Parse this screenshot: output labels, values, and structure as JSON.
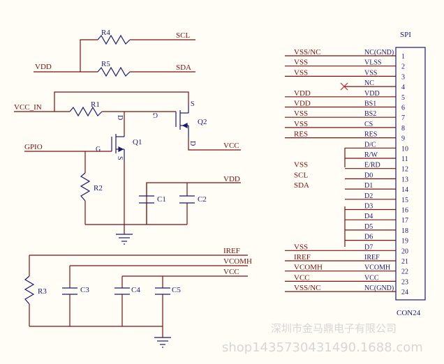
{
  "colors": {
    "background": "#fffdf5",
    "wire": "#7a1010",
    "component": "#1a1a6e",
    "watermark": "#d6d6d6"
  },
  "nets": {
    "vdd": "VDD",
    "scl": "SCL",
    "sda": "SDA",
    "vcc_in": "VCC_IN",
    "gpio": "GPIO",
    "vcc": "VCC",
    "iref": "IREF",
    "vcomh": "VCOMH"
  },
  "components": {
    "r1": "R1",
    "r2": "R2",
    "r3": "R3",
    "r4": "R4",
    "r5": "R5",
    "c1": "C1",
    "c2": "C2",
    "c3": "C3",
    "c4": "C4",
    "c5": "C5",
    "q1": "Q1",
    "q2": "Q2"
  },
  "mosfet_pins": {
    "q1_gate": "G",
    "q1_drain": "D",
    "q1_source": "S",
    "q2_gate": "G",
    "q2_drain": "D",
    "q2_source": "S"
  },
  "connector": {
    "title": "SPI",
    "part": "CON24",
    "pins": [
      {
        "num": "1",
        "net": "VSS/NC",
        "name": "NC(GND)"
      },
      {
        "num": "2",
        "net": "VSS",
        "name": "VLSS"
      },
      {
        "num": "3",
        "net": "VSS",
        "name": "VSS"
      },
      {
        "num": "4",
        "net": "",
        "name": "NC"
      },
      {
        "num": "5",
        "net": "VDD",
        "name": "VDD"
      },
      {
        "num": "6",
        "net": "VDD",
        "name": "BS1"
      },
      {
        "num": "7",
        "net": "VSS",
        "name": "BS2"
      },
      {
        "num": "8",
        "net": "VSS",
        "name": "CS"
      },
      {
        "num": "9",
        "net": "RES",
        "name": "RES"
      },
      {
        "num": "10",
        "net": "",
        "name": "D/C"
      },
      {
        "num": "11",
        "net": "",
        "name": "R/W"
      },
      {
        "num": "12",
        "net": "VSS",
        "name": "E/RD"
      },
      {
        "num": "13",
        "net": "SCL",
        "name": "D0"
      },
      {
        "num": "14",
        "net": "SDA",
        "name": "D1"
      },
      {
        "num": "15",
        "net": "",
        "name": "D2"
      },
      {
        "num": "16",
        "net": "",
        "name": "D3"
      },
      {
        "num": "17",
        "net": "",
        "name": "D4"
      },
      {
        "num": "18",
        "net": "",
        "name": "D5"
      },
      {
        "num": "19",
        "net": "",
        "name": "D6"
      },
      {
        "num": "20",
        "net": "VSS",
        "name": "D7"
      },
      {
        "num": "21",
        "net": "IREF",
        "name": "IREF"
      },
      {
        "num": "22",
        "net": "VCOMH",
        "name": "VCOMH"
      },
      {
        "num": "23",
        "net": "VCC",
        "name": "VCC"
      },
      {
        "num": "24",
        "net": "VSS/NC",
        "name": "NC(GND)"
      }
    ]
  },
  "watermark": {
    "line1": "深圳市金马鼎电子有限公司",
    "line2": "shop1435730431490.1688.com"
  }
}
